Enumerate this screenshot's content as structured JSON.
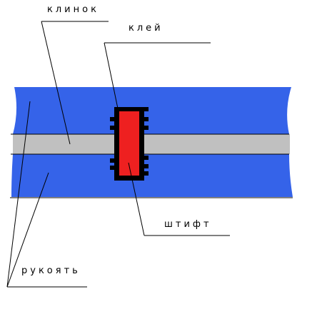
{
  "labels": {
    "blade": "клинок",
    "glue": "клей",
    "pin": "штифт",
    "handle": "рукоять"
  },
  "colors": {
    "handle": "#3563e9",
    "blade": "#c0c0c0",
    "pin": "#ee2020",
    "frame": "#000000",
    "lines": "#000000",
    "background": "#ffffff"
  }
}
